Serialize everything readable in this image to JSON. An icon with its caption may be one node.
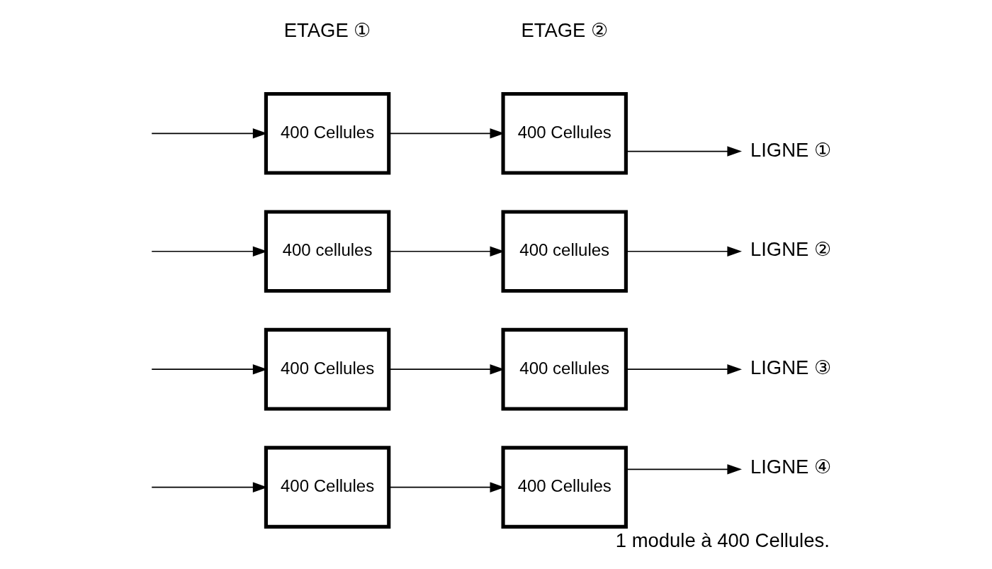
{
  "diagram": {
    "caption": "1 module à 400 Cellules.",
    "nodes": [
      {
        "text": [
          "400 Cellules"
        ]
      },
      {
        "text": [
          "400 Cellules"
        ]
      },
      {
        "text": [
          "400 cellules"
        ]
      },
      {
        "text": [
          "400 cellules"
        ]
      },
      {
        "text": [
          "400 Cellules"
        ]
      },
      {
        "text": [
          "400 cellules"
        ]
      },
      {
        "text": [
          "400 Cellules"
        ]
      },
      {
        "text": [
          "400 Cellules"
        ]
      },
      {
        "text": [
          "LIGNE ①"
        ]
      },
      {
        "text": [
          "LIGNE ②"
        ]
      },
      {
        "text": [
          "LIGNE ③"
        ]
      },
      {
        "text": [
          "LIGNE ④"
        ]
      }
    ],
    "edges": [
      {
        "from": null,
        "to": 0,
        "arrow": "to"
      },
      {
        "from": null,
        "to": 2,
        "arrow": "to"
      },
      {
        "from": null,
        "to": 4,
        "arrow": "to"
      },
      {
        "from": null,
        "to": 6,
        "arrow": "to"
      },
      {
        "from": 0,
        "to": 1,
        "arrow": "to"
      },
      {
        "from": 2,
        "to": 3,
        "arrow": "to"
      },
      {
        "from": 4,
        "to": 5,
        "arrow": "to"
      },
      {
        "from": 6,
        "to": 7,
        "arrow": "to"
      },
      {
        "from": 1,
        "to": 8,
        "arrow": "to"
      },
      {
        "from": 3,
        "to": 9,
        "arrow": "to"
      },
      {
        "from": 5,
        "to": 10,
        "arrow": "to"
      },
      {
        "from": 7,
        "to": 11,
        "arrow": "to"
      }
    ],
    "labels": [
      "ETAGE ①",
      "ETAGE ②"
    ]
  }
}
